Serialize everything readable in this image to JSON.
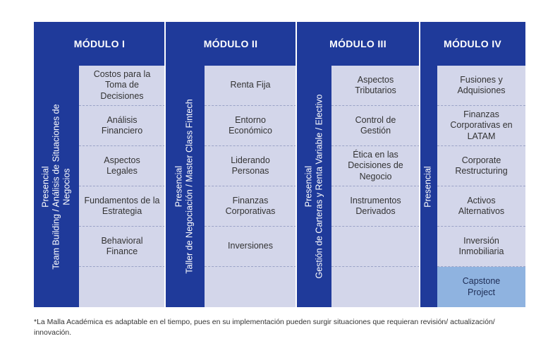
{
  "modules": [
    {
      "title": "MÓDULO I",
      "side_lines": [
        "Presencial",
        "Team Building / Análisis de Situaciones de",
        "Negocios"
      ],
      "courses": [
        "Costos para la Toma de Decisiones",
        "Análisis Financiero",
        "Aspectos Legales",
        "Fundamentos de la Estrategia",
        "Behavioral Finance",
        ""
      ]
    },
    {
      "title": "MÓDULO II",
      "side_lines": [
        "Presencial",
        "Taller de Negociación / Master Class Fintech"
      ],
      "courses": [
        "Renta Fija",
        "Entorno Económico",
        "Liderando Personas",
        "Finanzas Corporativas",
        "Inversiones",
        ""
      ]
    },
    {
      "title": "MÓDULO III",
      "side_lines": [
        "Presencial",
        "Gestión de Carteras y Renta Variable / Electivo"
      ],
      "courses": [
        "Aspectos Tributarios",
        "Control de Gestión",
        "Ética en las Decisiones de Negocio",
        "Instrumentos Derivados",
        "",
        ""
      ]
    },
    {
      "title": "MÓDULO IV",
      "side_lines": [
        "Presencial"
      ],
      "courses": [
        "Fusiones y Adquisiones",
        "Finanzas Corporativas en LATAM",
        "Corporate Restructuring",
        "Activos Alternativos",
        "Inversión Inmobiliaria",
        "Capstone Project"
      ]
    }
  ],
  "footnote": "*La Malla Académica es adaptable en el tiempo, pues en su implementación pueden surgir situaciones que requieran revisión/ actualización/ innovación.",
  "colors": {
    "header_bg": "#1f3a9a",
    "cell_bg": "#d3d6ea",
    "highlight_bg": "#8fb3e0"
  }
}
